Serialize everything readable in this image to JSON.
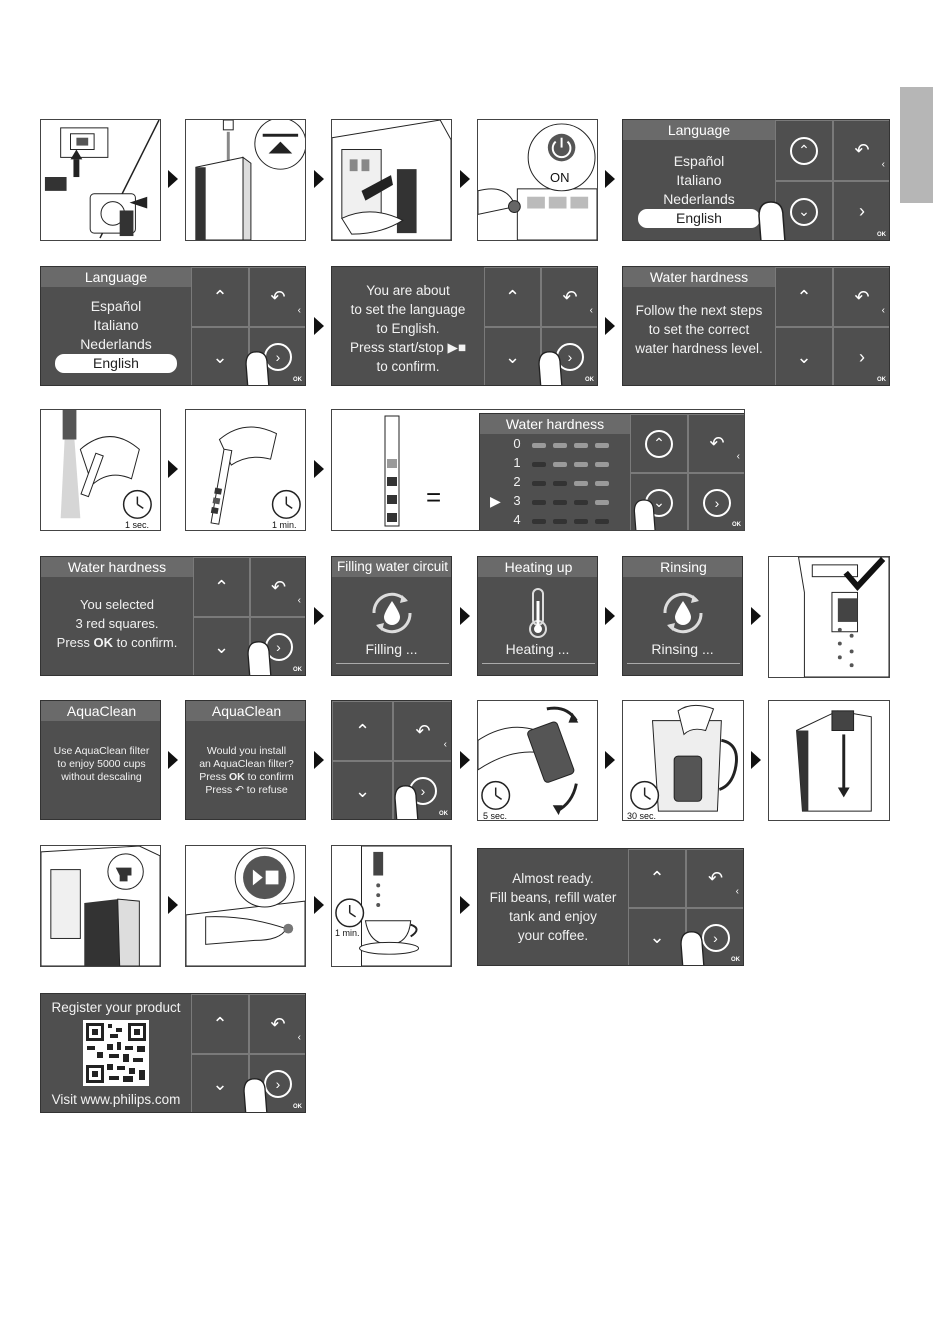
{
  "screens": {
    "language": {
      "title": "Language",
      "options": [
        "Español",
        "Italiano",
        "Nederlands"
      ],
      "selected": "English"
    },
    "confirm_language": {
      "lines": [
        "You are about",
        "to set the language",
        "to English.",
        "Press start/stop ▶■",
        "to confirm."
      ]
    },
    "water_hardness_intro": {
      "title": "Water hardness",
      "lines": [
        "Follow the next steps",
        "to set the correct",
        "water hardness level."
      ]
    },
    "water_hardness_levels": {
      "title": "Water hardness",
      "levels": [
        "0",
        "1",
        "2",
        "3",
        "4"
      ],
      "selected_level": "3",
      "equals_sign": "="
    },
    "water_hardness_selected": {
      "title": "Water hardness",
      "lines": [
        "You selected",
        "3 red squares."
      ],
      "press_prefix": "Press",
      "ok_label": "OK",
      "press_suffix": " to confirm."
    },
    "filling": {
      "title": "Filling water circuit",
      "status": "Filling ..."
    },
    "heating": {
      "title": "Heating up",
      "status": "Heating ..."
    },
    "rinsing": {
      "title": "Rinsing",
      "status": "Rinsing ..."
    },
    "aquaclean_info": {
      "title": "AquaClean",
      "lines": [
        "Use AquaClean filter",
        "to enjoy 5000 cups",
        "without descaling"
      ]
    },
    "aquaclean_install": {
      "title": "AquaClean",
      "lines": [
        "Would you install",
        "an AquaClean filter?"
      ],
      "confirm_prefix": "Press",
      "ok_label": "OK",
      "confirm_suffix": " to confirm",
      "refuse_prefix": "Press",
      "refuse_suffix": " to refuse"
    },
    "almost_ready": {
      "lines": [
        "Almost ready.",
        "Fill beans, refill water",
        "tank and enjoy",
        "your coffee."
      ]
    },
    "register": {
      "title": "Register your product",
      "footer": "Visit www.philips.com"
    }
  },
  "timers": {
    "one_sec": "1 sec.",
    "one_min": "1 min.",
    "five_sec": "5 sec.",
    "thirty_sec": "30 sec."
  },
  "power_label": "ON",
  "buttons": {
    "ok_label": "OK"
  },
  "colors": {
    "screen_bg": "#4f4f4f",
    "title_bar": "#6a6a6a",
    "side_tab": "#b6b6b6",
    "strip_dark": "#333333",
    "strip_light": "#9a9a9a"
  },
  "icons": [
    "up-chevron-icon",
    "down-chevron-icon",
    "back-icon",
    "right-chevron-icon",
    "water-drop-icon",
    "thermometer-icon",
    "clock-icon",
    "power-icon",
    "checkmark-icon"
  ]
}
